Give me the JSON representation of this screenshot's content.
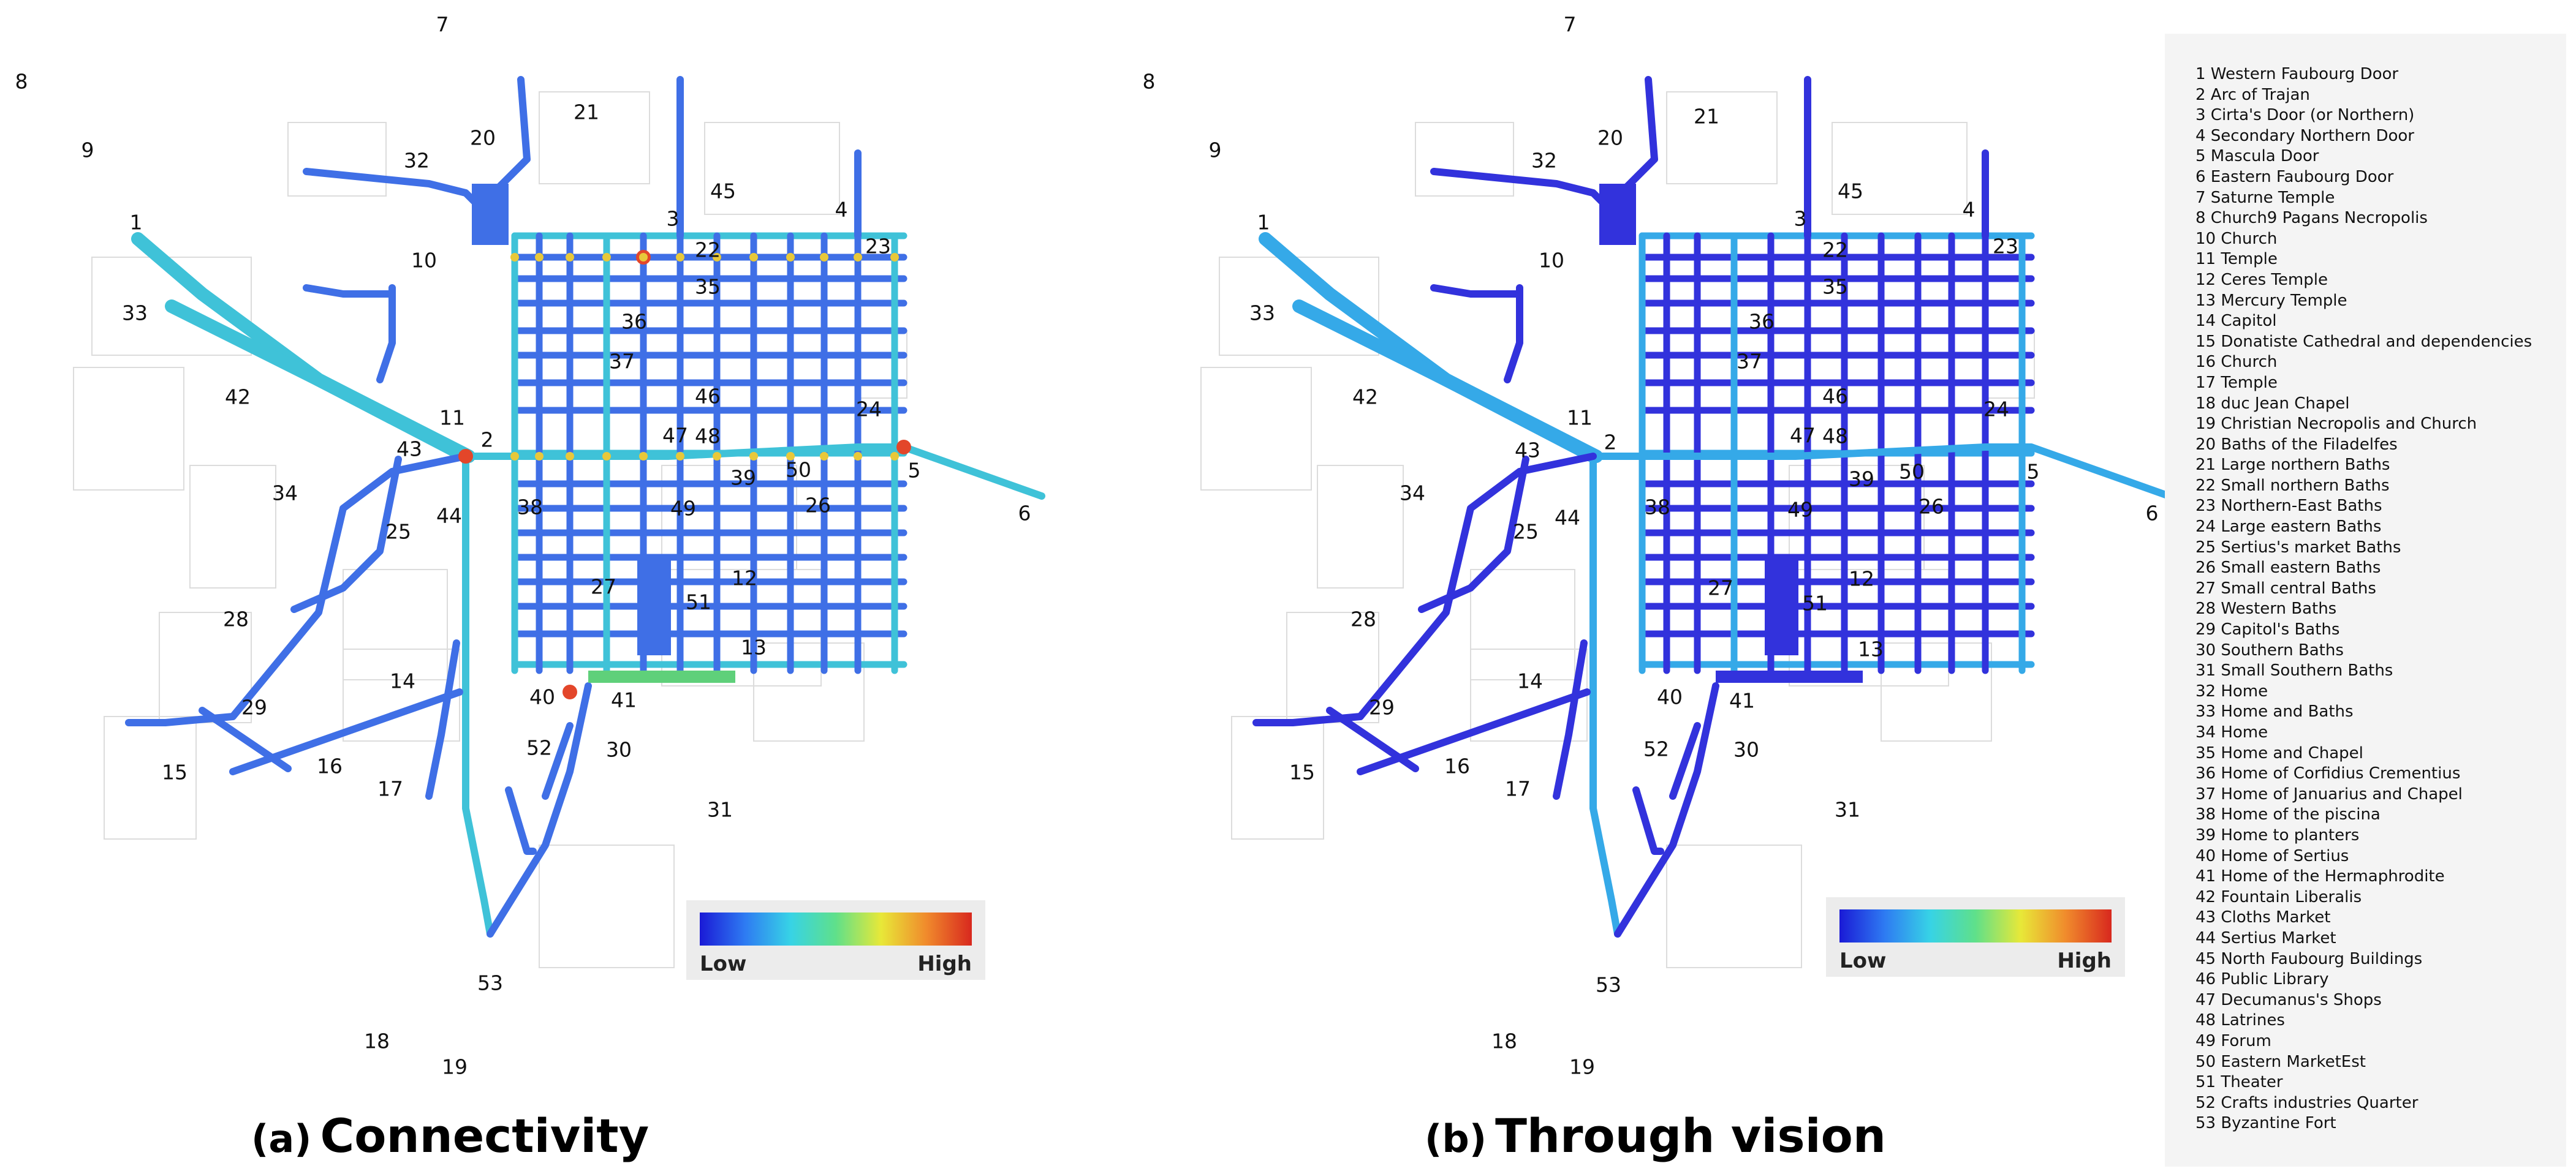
{
  "panels": [
    {
      "tag": "(a)",
      "title": "Connectivity",
      "scale_low": "Low",
      "scale_high": "High",
      "gradient": [
        "#1a1ad6",
        "#2e7bf2",
        "#37d3e6",
        "#5fe08a",
        "#e8e838",
        "#f08a2c",
        "#d8281e"
      ]
    },
    {
      "tag": "(b)",
      "title": "Through vision",
      "scale_low": "Low",
      "scale_high": "High",
      "gradient": [
        "#1a1ad6",
        "#2e7bf2",
        "#37d3e6",
        "#5fe08a",
        "#e8e838",
        "#f08a2c",
        "#d8281e"
      ]
    }
  ],
  "site_numbers": [
    "1",
    "2",
    "3",
    "4",
    "5",
    "6",
    "7",
    "8",
    "9",
    "10",
    "11",
    "12",
    "13",
    "14",
    "15",
    "16",
    "17",
    "18",
    "19",
    "20",
    "21",
    "22",
    "23",
    "24",
    "25",
    "26",
    "27",
    "28",
    "29",
    "30",
    "31",
    "32",
    "33",
    "34",
    "35",
    "36",
    "37",
    "38",
    "39",
    "40",
    "41",
    "42",
    "43",
    "44",
    "45",
    "46",
    "47",
    "48",
    "49",
    "50",
    "51",
    "52",
    "53"
  ],
  "legend": [
    "1 Western Faubourg Door",
    "2 Arc of Trajan",
    "3 Cirta's Door (or Northern)",
    "4 Secondary Northern Door",
    "5 Mascula Door",
    "6 Eastern Faubourg Door",
    "7 Saturne Temple",
    "8 Church9 Pagans Necropolis",
    "10 Church",
    "11 Temple",
    "12 Ceres Temple",
    "13 Mercury Temple",
    "14 Capitol",
    "15 Donatiste Cathedral and dependencies",
    "16 Church",
    "17 Temple",
    "18 duc Jean Chapel",
    "19 Christian Necropolis and Church",
    "20 Baths of the Filadelfes",
    "21 Large northern Baths",
    "22 Small northern Baths",
    "23 Northern-East Baths",
    "24 Large eastern Baths",
    "25 Sertius's market Baths",
    "26 Small eastern Baths",
    "27 Small central Baths",
    "28 Western Baths",
    "29 Capitol's Baths",
    "30 Southern Baths",
    "31 Small Southern Baths",
    "32 Home",
    "33 Home and Baths",
    "34 Home",
    "35 Home and Chapel",
    "36 Home of Corfidius Crementius",
    "37 Home of Januarius and Chapel",
    "38 Home of the piscina",
    "39 Home to planters",
    "40 Home of Sertius",
    "41 Home of the Hermaphrodite",
    "42 Fountain Liberalis",
    "43 Cloths Market",
    "44 Sertius Market",
    "45 North Faubourg Buildings",
    "46 Public Library",
    "47 Decumanus's Shops",
    "48 Latrines",
    "49 Forum",
    "50 Eastern MarketEst",
    "51 Theater",
    "52 Crafts industries Quarter",
    "53 Byzantine Fort"
  ]
}
